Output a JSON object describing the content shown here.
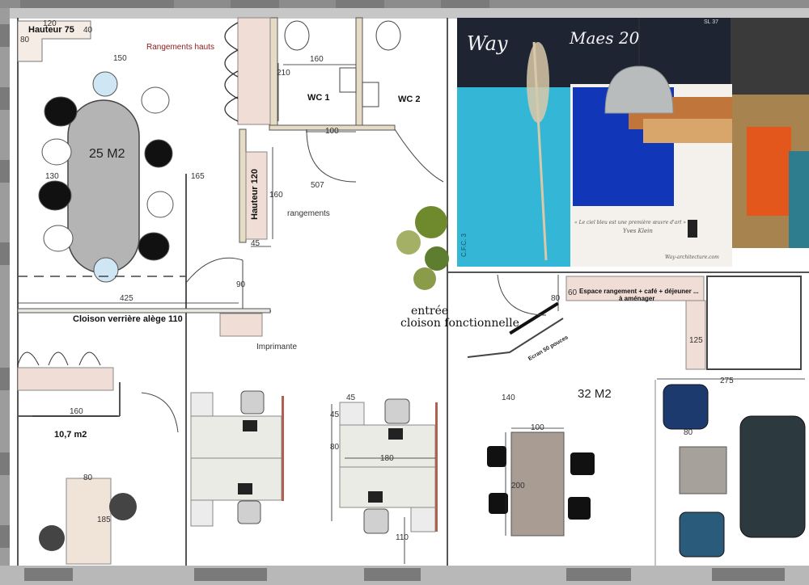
{
  "rooms": {
    "meeting": {
      "area": "25 M2",
      "height_label": "Hauteur 75",
      "storage_high": "Rangements hauts"
    },
    "wc1": "WC 1",
    "wc2": "WC 2",
    "storage": {
      "height_label": "Hauteur 120",
      "label": "rangements"
    },
    "partition": "Cloison verrière alège 110",
    "printer": "Imprimante",
    "small_office": "10,7 m2",
    "open_space": "32 M2",
    "entrance": {
      "line1": "entrée",
      "line2": "cloison fonctionnelle"
    },
    "kitchen": {
      "line1": "Espace rangement + café + déjeuner ...",
      "line2": "à aménager"
    },
    "screen": "Ecran 50 pouces"
  },
  "dimensions": {
    "d120": "120",
    "d40": "40",
    "d80a": "80",
    "d150": "150",
    "d130": "130",
    "d165": "165",
    "d425": "425",
    "d160a": "160",
    "d210": "210",
    "d100a": "100",
    "d507": "507",
    "d160b": "160",
    "d45a": "45",
    "d90": "90",
    "d160c": "160",
    "d80b": "80",
    "d185": "185",
    "d45b": "45",
    "d45c": "45",
    "d80c": "80",
    "d180": "180",
    "d110": "110",
    "d140": "140",
    "d100b": "100",
    "d200": "200",
    "d60": "60",
    "d80d": "80",
    "d125": "125",
    "d275": "275",
    "d80e": "80"
  },
  "moodboard": {
    "brand": "Way",
    "title": "Maes 20",
    "code": "SL 37",
    "quote": "« Le ciel bleu est une première œuvre d'art »",
    "signature": "Yves Klein",
    "sample_label": "C.F.C. 3",
    "footer": "Way-architecture.com",
    "colors": {
      "navy": "#1f2433",
      "turquoise": "#34b6d6",
      "klein": "#1236b8",
      "wood": "#c0753b",
      "orange": "#e3561c",
      "jute": "#a78350",
      "plant": "#7a8e3a"
    }
  }
}
